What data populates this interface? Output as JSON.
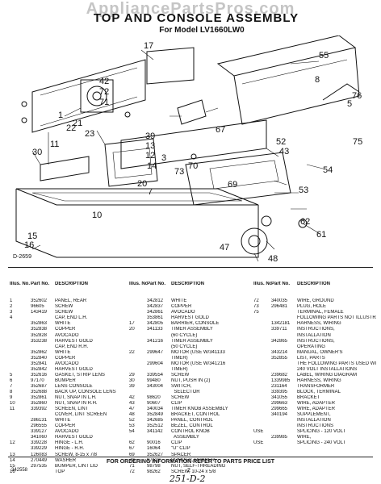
{
  "watermark": "AppliancePartsPros.com",
  "header": {
    "title": "TOP AND CONSOLE ASSEMBLY",
    "subtitle": "For Model LV1660LW0"
  },
  "callouts": [
    "17",
    "55",
    "1",
    "42",
    "72",
    "71",
    "21",
    "22",
    "23",
    "30",
    "11",
    "67",
    "8",
    "76",
    "5",
    "75",
    "39",
    "13",
    "12",
    "3",
    "14",
    "73",
    "52",
    "70",
    "43",
    "54",
    "69",
    "53",
    "20",
    "7",
    "10",
    "62",
    "61",
    "47",
    "48",
    "15",
    "16"
  ],
  "diagram_code": "D-2659",
  "table_headers": {
    "illus": "Illus. No.",
    "part": "Part No.",
    "description": "DESCRIPTION"
  },
  "col1_rows": [
    [
      "1",
      "352602",
      "PANEL, REAR"
    ],
    [
      "2",
      "96605",
      "SCREW"
    ],
    [
      "3",
      "143419",
      "SCREW"
    ],
    [
      "4",
      "",
      "CAP, END L.H."
    ],
    [
      "",
      "352863",
      "WHITE"
    ],
    [
      "",
      "352838",
      "COPPER"
    ],
    [
      "",
      "352828",
      "AVOCADO"
    ],
    [
      "",
      "353238",
      "HARVEST GOLD"
    ],
    [
      "",
      "",
      "CAP, END R.H."
    ],
    [
      "",
      "352862",
      "WHITE"
    ],
    [
      "",
      "352840",
      "COPPER"
    ],
    [
      "",
      "352841",
      "AVOCADO"
    ],
    [
      "",
      "352842",
      "HARVEST GOLD"
    ],
    [
      "5",
      "352616",
      "GASKET, STRIP LENS"
    ],
    [
      "6",
      "97170",
      "BUMPER"
    ],
    [
      "7",
      "352687",
      "LENS CONSOLE"
    ],
    [
      "8",
      "352688",
      "BACK UP, CONSOLE LENS"
    ],
    [
      "9",
      "352861",
      "NUT, SNAP IN L.H."
    ],
    [
      "10",
      "352860",
      "NUT, SNAP IN R.H."
    ],
    [
      "11",
      "339392",
      "SCREEN, LINT"
    ],
    [
      "",
      "",
      "COVER, LINT SCREEN"
    ],
    [
      "",
      "286131",
      "WHITE"
    ],
    [
      "",
      "296555",
      "COPPER"
    ],
    [
      "",
      "339127",
      "AVOCADO"
    ],
    [
      "",
      "341060",
      "HARVEST GOLD"
    ],
    [
      "12",
      "339228",
      "HINGE - L.H."
    ],
    [
      "",
      "339229",
      "HINGE - R.H."
    ],
    [
      "13",
      "126083",
      "SCREW, 8-15 x 7/8"
    ],
    [
      "14",
      "270449",
      "WASHER"
    ],
    [
      "15",
      "297535",
      "BUMPER, LINT LID"
    ],
    [
      "16",
      "",
      "TOP"
    ]
  ],
  "col2_rows": [
    [
      "",
      "342812",
      "WHITE"
    ],
    [
      "",
      "342837",
      "COPPER"
    ],
    [
      "",
      "342861",
      "AVOCADO"
    ],
    [
      "",
      "353861",
      "HARVEST GOLD"
    ],
    [
      "17",
      "342805",
      "BARRIER, CONSOLE"
    ],
    [
      "20",
      "341133",
      "TIMER ASSEMBLY"
    ],
    [
      "",
      "",
      "(60 CYCLE)"
    ],
    [
      "",
      "341216",
      "TIMER ASSEMBLY"
    ],
    [
      "",
      "",
      "(50 CYCLE)"
    ],
    [
      "22",
      "299647",
      "MOTOR (USE W/341133"
    ],
    [
      "",
      "",
      "TIMER)"
    ],
    [
      "",
      "299604",
      "MOTOR (USE W/341216"
    ],
    [
      "",
      "",
      "TIMER)"
    ],
    [
      "29",
      "339554",
      "SCREW"
    ],
    [
      "30",
      "99480",
      "NUT, PUSH IN (2)"
    ],
    [
      "39",
      "343004",
      "SWITCH,"
    ],
    [
      "",
      "",
      "  SELECTOR"
    ],
    [
      "42",
      "98620",
      "SCREW"
    ],
    [
      "43",
      "90607",
      "CLIP"
    ],
    [
      "47",
      "340034",
      "TIMER KNOB ASSEMBLY"
    ],
    [
      "48",
      "352849",
      "BRACKET, CONTROL"
    ],
    [
      "52",
      "342685",
      "PANEL, CONTROL"
    ],
    [
      "53",
      "352512",
      "BEZEL, CONTROL"
    ],
    [
      "54",
      "341142",
      "CONTROL KNOB"
    ],
    [
      "",
      "",
      "  ASSEMBLY"
    ],
    [
      "62",
      "90016",
      "CLIP"
    ],
    [
      "67",
      "16064",
      "\"U\" CLIP"
    ],
    [
      "69",
      "352627",
      "SPACER"
    ],
    [
      "70",
      "97122",
      "BUMPER, RUBBER"
    ],
    [
      "71",
      "98798",
      "NUT, SELF-THREADING"
    ],
    [
      "72",
      "98262",
      "SCREW, 10-24 x 5/8"
    ]
  ],
  "col3_rows": [
    [
      "72",
      "340035",
      "WIRE, GROUND"
    ],
    [
      "73",
      "296481",
      "PLUG, HOLE"
    ],
    [
      "75",
      "",
      "TERMINAL, FEMALE"
    ],
    [
      "",
      "",
      "FOLLOWING PARTS NOT ILLUSTRATED"
    ],
    [
      "",
      "",
      ""
    ],
    [
      "",
      "1342181",
      "HARNESS, WIRING"
    ],
    [
      "",
      "339711",
      "INSTRUCTIONS,"
    ],
    [
      "",
      "",
      "INSTALLATION"
    ],
    [
      "",
      "342865",
      "INSTRUCTIONS,"
    ],
    [
      "",
      "",
      "OPERATING"
    ],
    [
      "",
      "343214",
      "MANUAL, OWNER'S"
    ],
    [
      "",
      "352855",
      "LIST, PARTS"
    ],
    [
      "",
      "",
      "THE FOLLOWING PARTS USED WITH"
    ],
    [
      "",
      "",
      "240 VOLT INSTALLATIONS"
    ],
    [
      "",
      "",
      ""
    ],
    [
      "",
      "239682",
      "LABEL, WIRING DIAGRAM"
    ],
    [
      "",
      "1339985",
      "HARNESS, WIRING"
    ],
    [
      "",
      "231164",
      "TRANSFORMER"
    ],
    [
      "",
      "339395",
      "BLOCK, TERMINAL"
    ],
    [
      "",
      "341055",
      "BRACKET"
    ],
    [
      "",
      "299663",
      "WIRE, ADAPTER"
    ],
    [
      "",
      "299665",
      "WIRE, ADAPTER"
    ],
    [
      "",
      "340194",
      "SUPPLEMENT,"
    ],
    [
      "",
      "",
      "INSTALLATION"
    ],
    [
      "",
      "",
      "INSTRUCTIONS"
    ],
    [
      "",
      "",
      ""
    ],
    [
      "",
      "",
      "SPLICING - 120 VOLT"
    ],
    [
      "",
      "239985",
      "WIRE,"
    ],
    [
      "",
      "",
      "SPLICING - 240 VOLT"
    ],
    [
      "",
      "",
      ""
    ],
    [
      "",
      "",
      ""
    ]
  ],
  "use_labels": [
    "USE",
    "USE"
  ],
  "footer": {
    "note": "FOR ORDERING INFORMATION REFER TO PARTS PRICE LIST",
    "code": "342558",
    "page": "2",
    "handwritten": "251-D-2"
  }
}
